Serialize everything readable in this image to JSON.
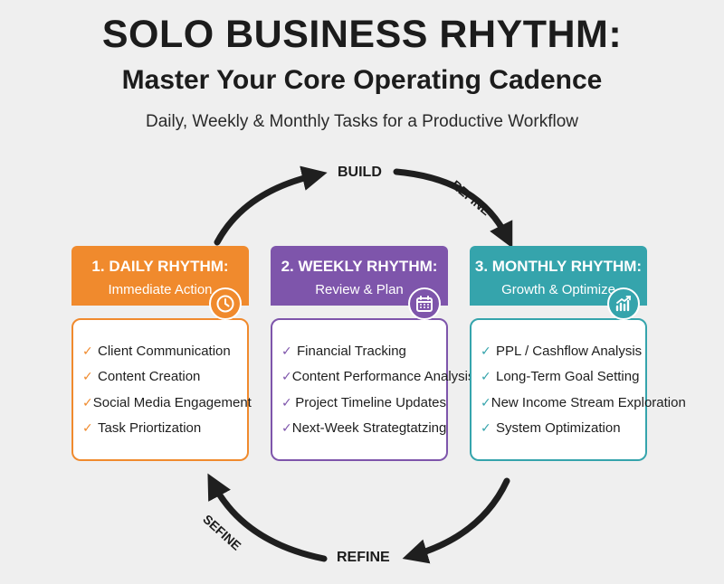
{
  "header": {
    "title": "SOLO BUSINESS RHYTHM:",
    "subtitle": "Master Your Core Operating Cadence",
    "tagline": "Daily, Weekly & Monthly Tasks for a Productive Workflow"
  },
  "cycle_labels": {
    "top": "BUILD",
    "top_right": "REFINE",
    "bottom": "REFINE",
    "bottom_left": "SEFINE"
  },
  "cards": [
    {
      "title": "1. DAILY RHYTHM:",
      "subtitle": "Immediate Action",
      "icon": "clock-icon",
      "color": "#f08a2d",
      "tasks": [
        "Client Communication",
        "Content Creation",
        "Social Media Engagement",
        "Task Priortization"
      ]
    },
    {
      "title": "2. WEEKLY RHYTHM:",
      "subtitle": "Review & Plan",
      "icon": "calendar-icon",
      "color": "#7e55ab",
      "tasks": [
        "Financial Tracking",
        "Content Performance Analysis",
        "Project Timeline Updates",
        "Next-Week Strategtatzing"
      ]
    },
    {
      "title": "3. MONTHLY RHYTHM:",
      "subtitle": "Growth & Optimize",
      "icon": "growth-chart-icon",
      "color": "#35a4ac",
      "tasks": [
        "PPL / Cashflow Analysis",
        "Long-Term Goal Setting",
        "New Income Stream Exploration",
        "System Optimization"
      ]
    }
  ],
  "arrow_color": "#1f1f1f",
  "check_glyph": "✓"
}
